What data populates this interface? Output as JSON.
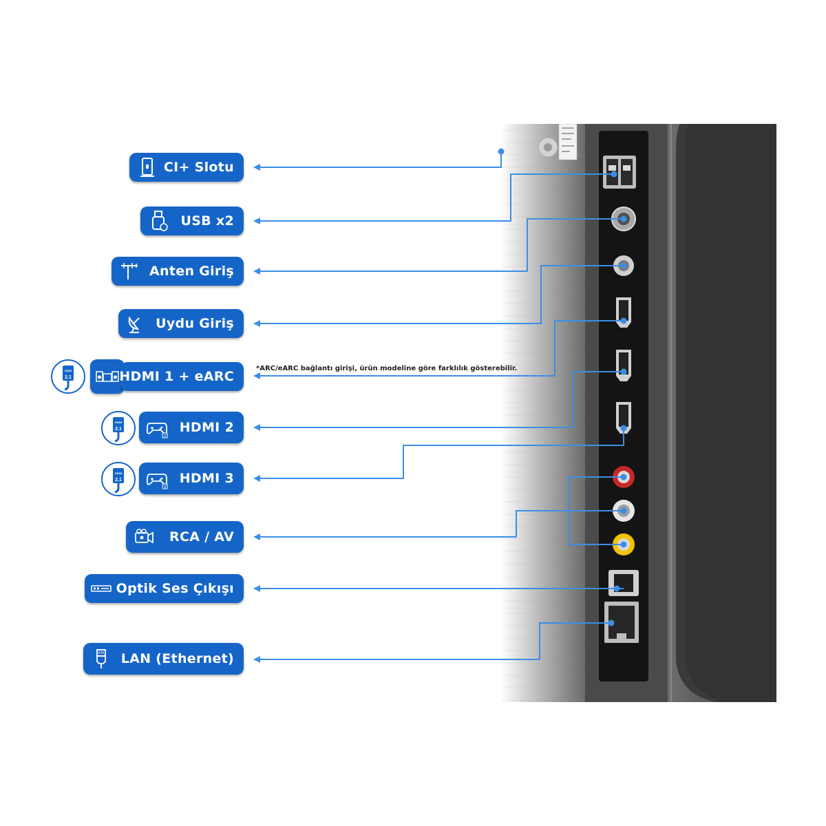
{
  "accent_color": "#1565c9",
  "line_color": "#3d8de6",
  "ports": [
    {
      "label": "CI+ Slotu",
      "icon": "ci-card-icon"
    },
    {
      "label": "USB x2",
      "icon": "usb-stick-icon"
    },
    {
      "label": "Anten Giriş",
      "icon": "antenna-icon"
    },
    {
      "label": "Uydu Giriş",
      "icon": "satellite-dish-icon"
    },
    {
      "label": "HDMI 1 + eARC",
      "icon": "soundbar-icon",
      "badge": "2.1",
      "badge_top": "HDMI"
    },
    {
      "label": "HDMI 2",
      "icon": "gamepad-icon",
      "badge": "2.1",
      "badge_top": "HDMI",
      "icon_num": "2"
    },
    {
      "label": "HDMI 3",
      "icon": "gamepad-icon",
      "badge": "2.1",
      "badge_top": "HDMI",
      "icon_num": "3"
    },
    {
      "label": "RCA / AV",
      "icon": "camcorder-icon"
    },
    {
      "label": "Optik Ses Çıkışı",
      "icon": "optical-receiver-icon"
    },
    {
      "label": "LAN (Ethernet)",
      "icon": "ethernet-plug-icon"
    }
  ],
  "note": "*ARC/eARC bağlantı girişi, ürün modeline göre farklılık gösterebilir."
}
